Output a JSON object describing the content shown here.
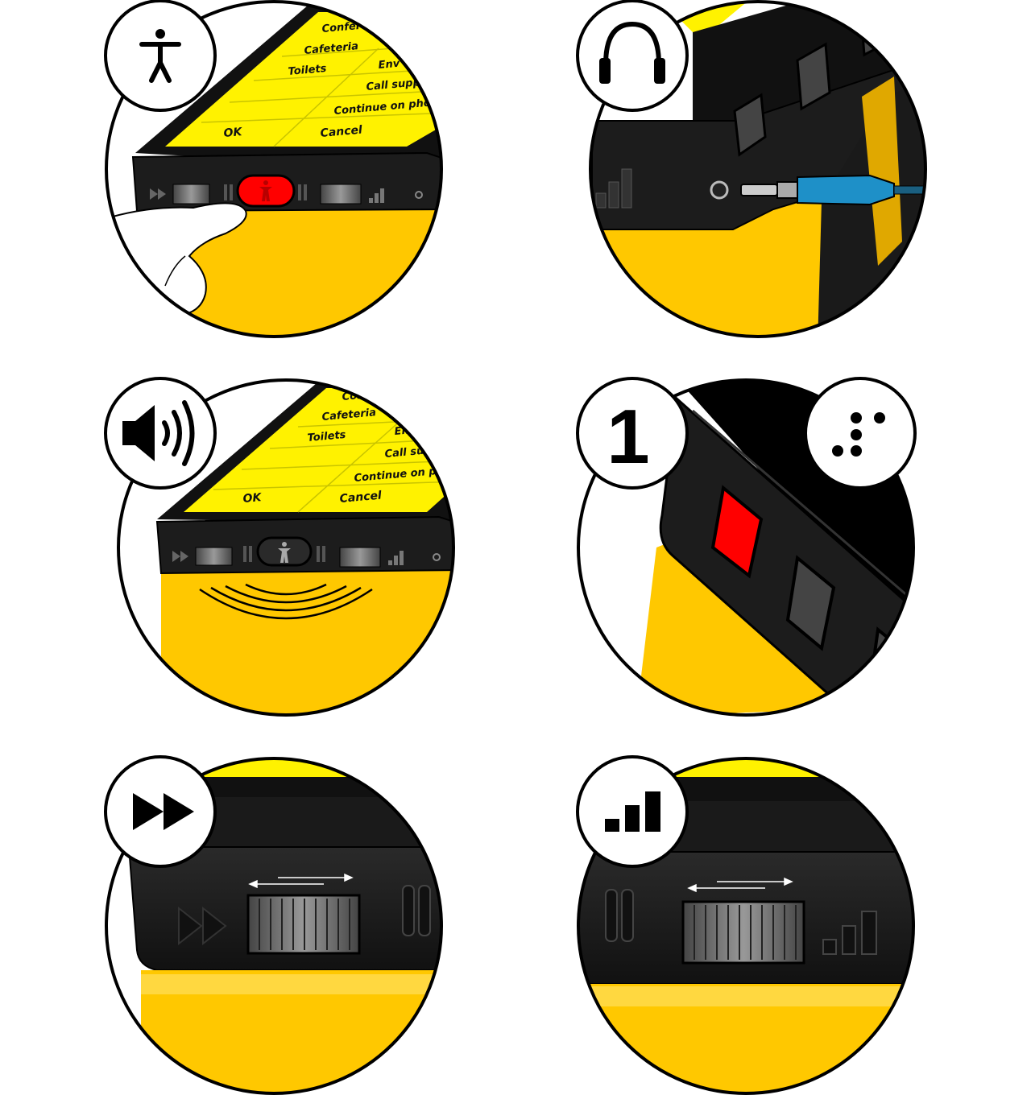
{
  "colors": {
    "yellow": "#FFC800",
    "screen_yellow": "#FFF200",
    "device_black": "#1A1A1A",
    "button_red": "#FF0000",
    "cable_blue": "#1E90C8",
    "outline": "#000000",
    "badge_fill": "#FFFFFF"
  },
  "panels": [
    {
      "name": "accessibility-button-panel",
      "badge_icon": "accessibility-person-icon",
      "screen_labels": {
        "conference": "Conference halls",
        "cafeteria": "Cafeteria",
        "toilets": "Toilets",
        "env": "Env",
        "call_support": "Call support",
        "continue": "Continue on phone",
        "ok": "OK",
        "cancel": "Cancel"
      }
    },
    {
      "name": "headphone-jack-panel",
      "badge_icon": "headphones-icon"
    },
    {
      "name": "audio-guidance-panel",
      "badge_icon": "speaker-icon",
      "screen_labels": {
        "conference": "Conference halls",
        "cafeteria": "Cafeteria",
        "toilets": "Toilets",
        "env": "Env",
        "call_support": "Call support",
        "continue": "Continue on phone",
        "ok": "OK",
        "cancel": "Cancel"
      }
    },
    {
      "name": "tactile-key-one-panel",
      "badge_number": "1",
      "badge_icon_right": "braille-dots-icon"
    },
    {
      "name": "speed-control-panel",
      "badge_icon": "fast-forward-icon"
    },
    {
      "name": "volume-control-panel",
      "badge_icon": "volume-bars-icon"
    }
  ]
}
